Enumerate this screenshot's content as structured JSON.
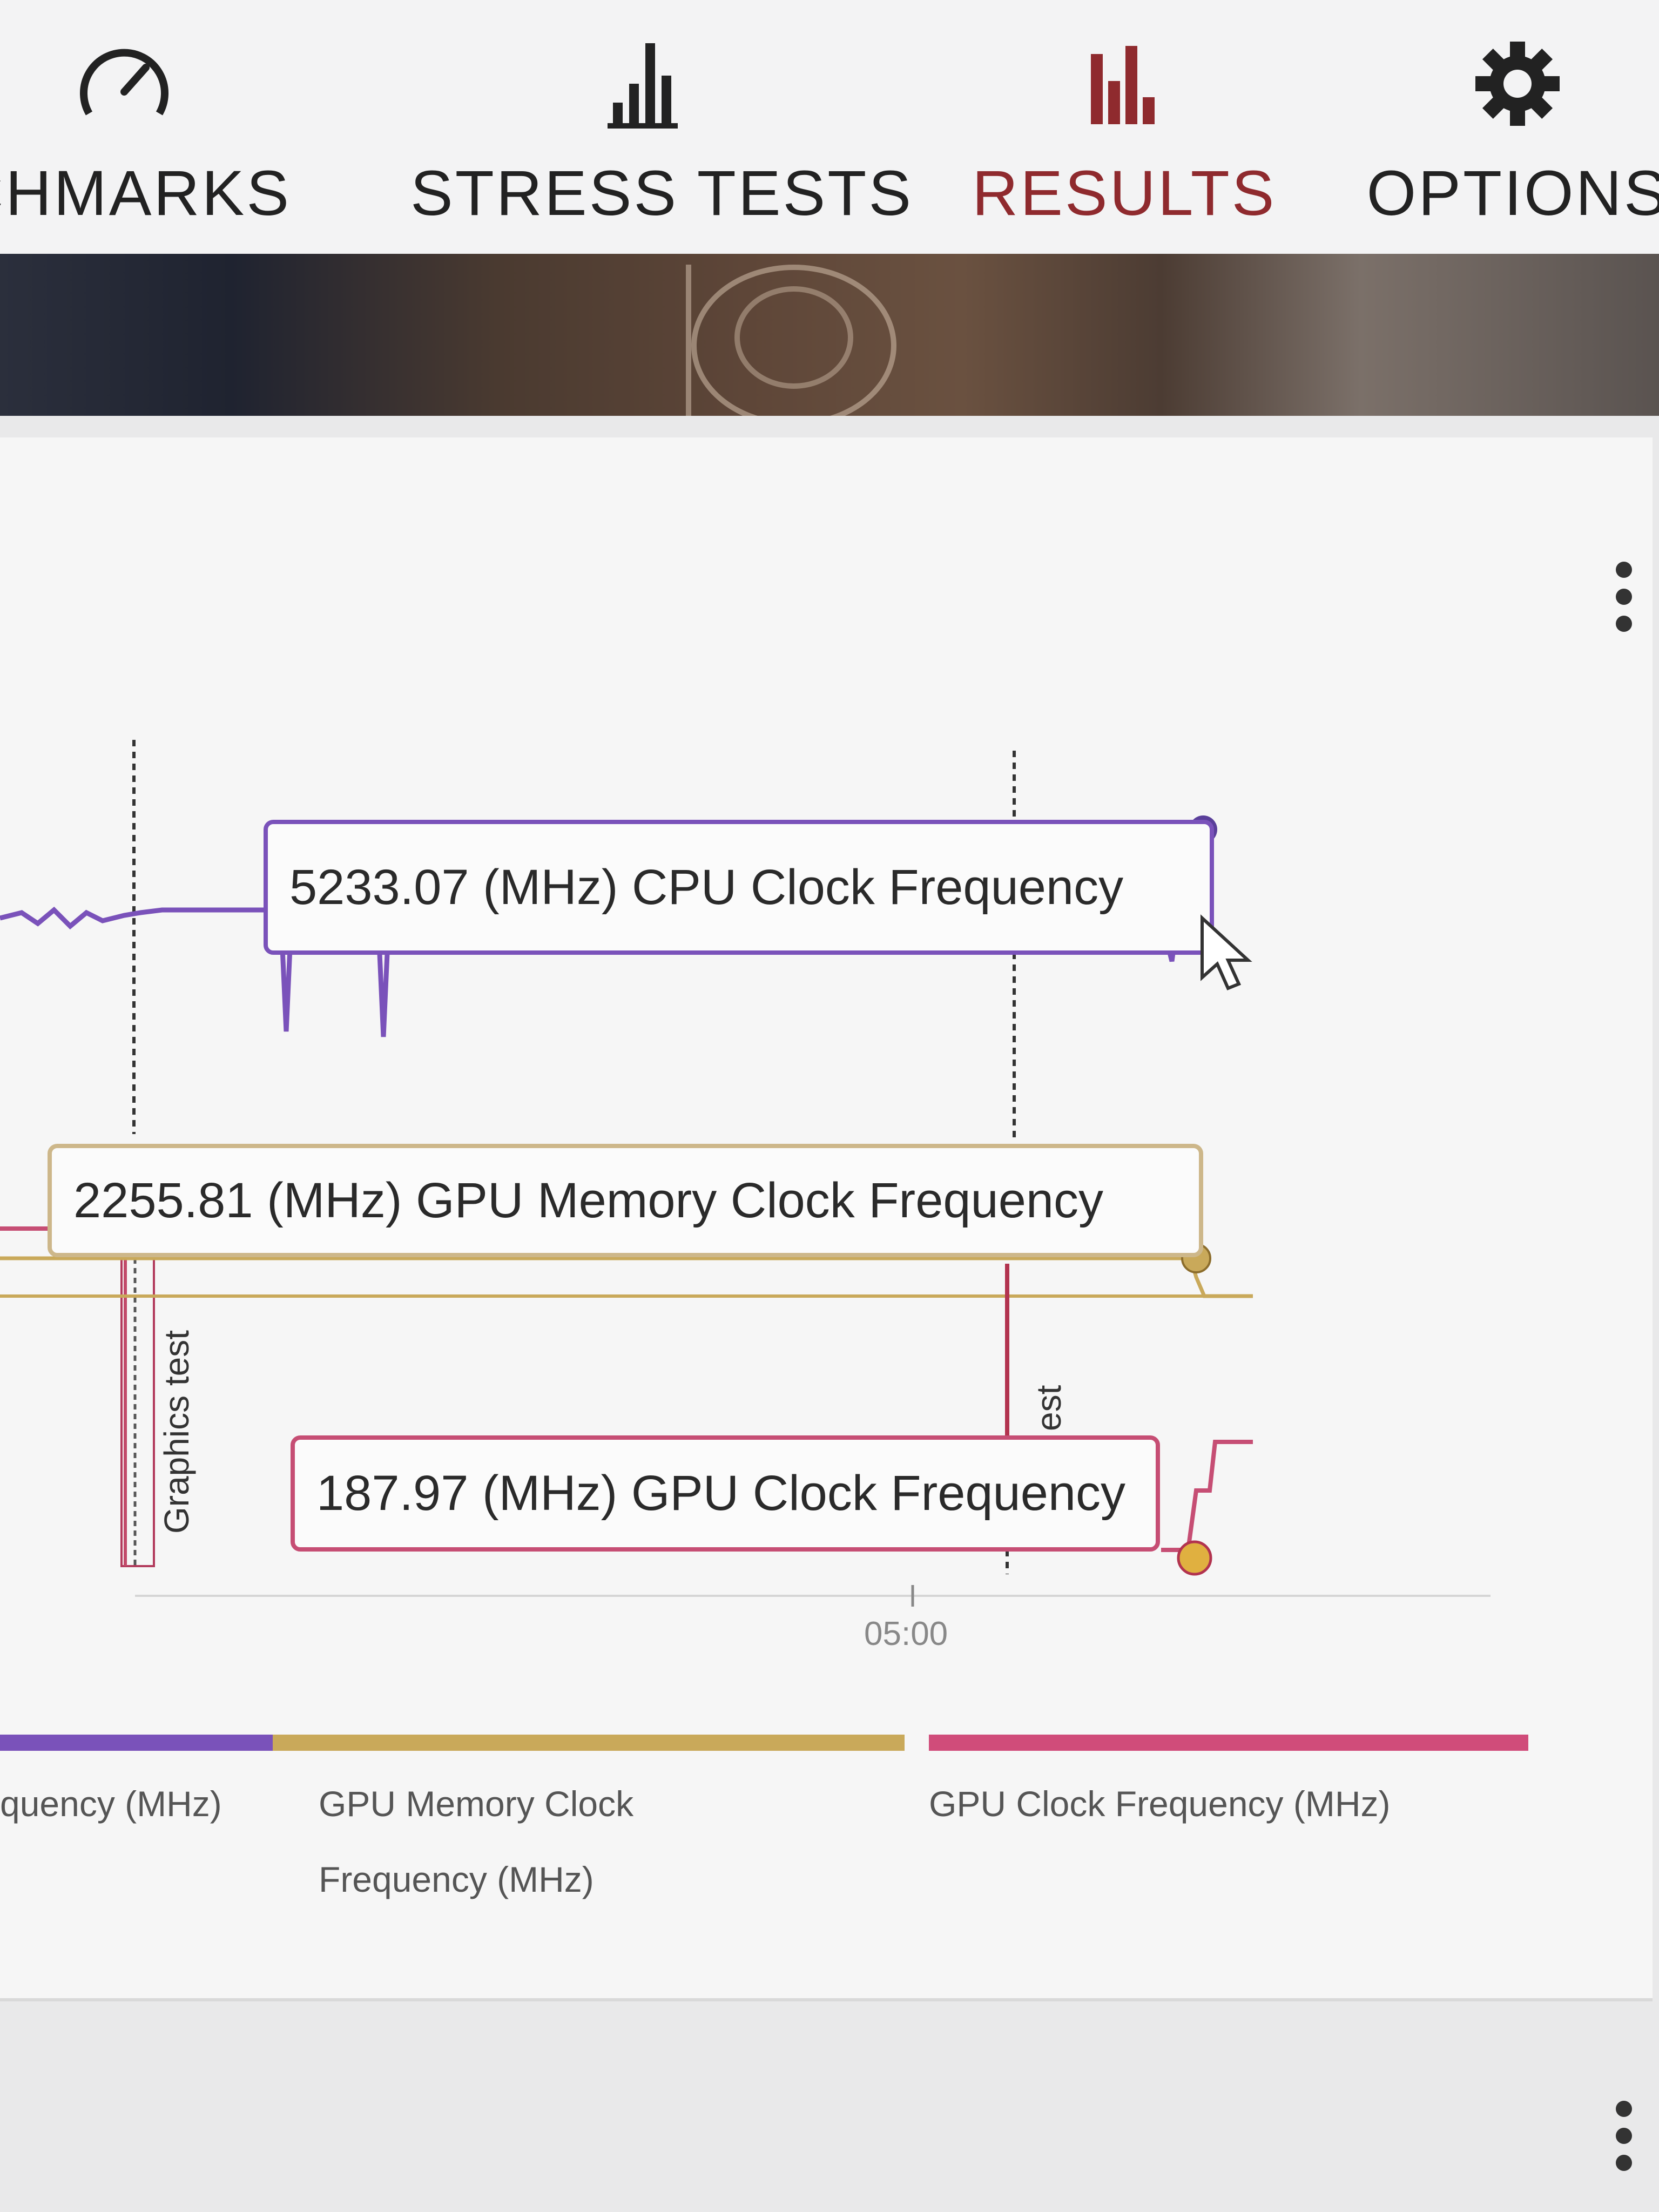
{
  "nav": {
    "items": [
      {
        "label": "CHMARKS",
        "icon": "speedometer-icon",
        "active": false
      },
      {
        "label": "STRESS TESTS",
        "icon": "bar-chart-icon",
        "active": false
      },
      {
        "label": "RESULTS",
        "icon": "results-chart-icon",
        "active": true
      },
      {
        "label": "OPTIONS",
        "icon": "gear-icon",
        "active": false
      }
    ],
    "active_color": "#8f2a2e"
  },
  "chart": {
    "tooltips": {
      "cpu": "5233.07 (MHz) CPU Clock Frequency",
      "gpu_memory": "2255.81 (MHz) GPU Memory Clock Frequency",
      "gpu": "187.97 (MHz) GPU Clock Frequency"
    },
    "markers": {
      "left": "Graphics test",
      "right": "est"
    },
    "x_tick": "05:00"
  },
  "chart_data": {
    "type": "line",
    "x_ticks": [
      "05:00"
    ],
    "series": [
      {
        "name": "CPU Clock Frequency (MHz)",
        "color": "#7a52ba",
        "hover_value": 5233.07
      },
      {
        "name": "GPU Memory Clock Frequency (MHz)",
        "color": "#c9a95a",
        "hover_value": 2255.81
      },
      {
        "name": "GPU Clock Frequency (MHz)",
        "color": "#d04c7a",
        "hover_value": 187.97
      }
    ]
  },
  "legend": {
    "items": [
      {
        "label": "quency (MHz)",
        "color": "#7a52ba"
      },
      {
        "label": "GPU Memory Clock Frequency (MHz)",
        "color": "#c9a95a"
      },
      {
        "label": "GPU Clock Frequency (MHz)",
        "color": "#d04c7a"
      }
    ]
  }
}
